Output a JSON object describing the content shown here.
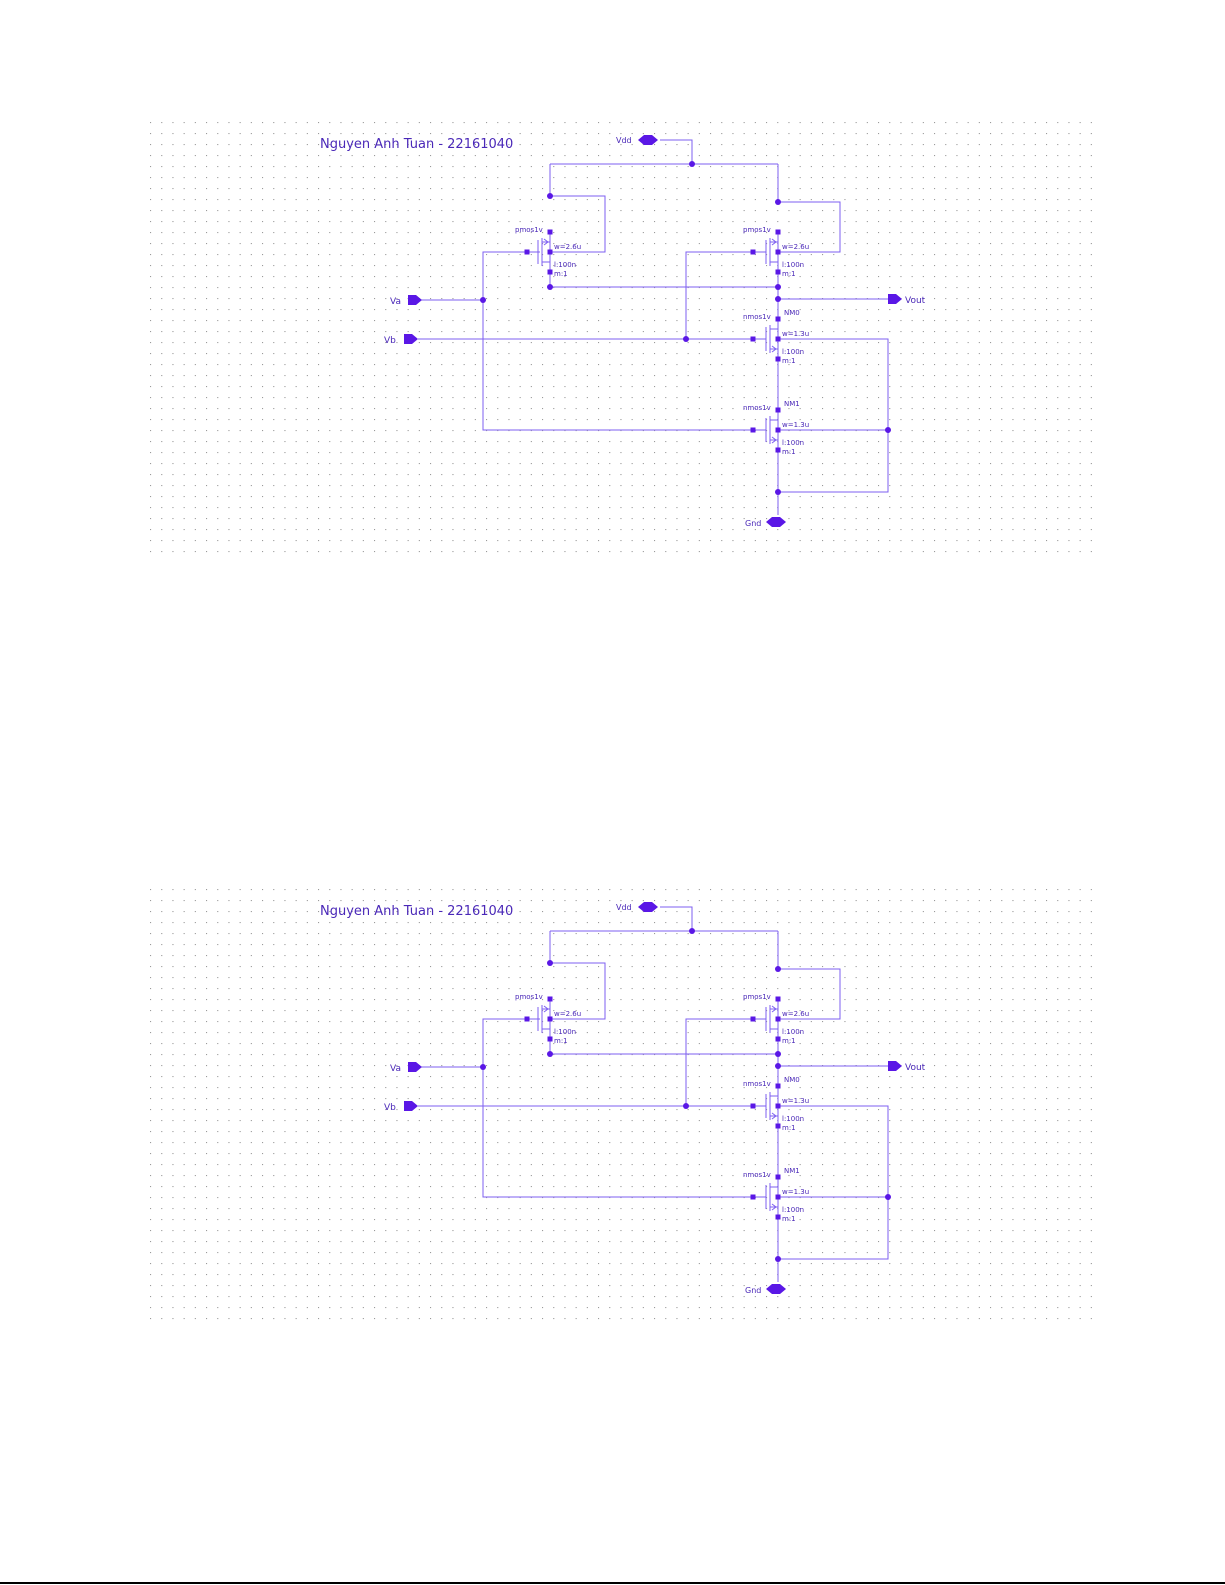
{
  "page": {
    "colors": {
      "wire": "#7d5ff0",
      "pin": "#5a17e6",
      "text": "#4a28b8",
      "grid": "#9a9a9a",
      "background": "#ffffff"
    }
  },
  "schematics": [
    {
      "title": "Nguyen Anh Tuan - 22161040",
      "pins": {
        "vdd": "Vdd",
        "va": "Va",
        "vb": "Vb",
        "vout": "Vout",
        "gnd": "Gnd"
      },
      "transistors": [
        {
          "model": "pmos1v",
          "width": "w=2.6u",
          "length": "l:100n",
          "mult": "m:1",
          "instance": ""
        },
        {
          "model": "pmos1v",
          "width": "w=2.6u",
          "length": "l:100n",
          "mult": "m:1",
          "instance": ""
        },
        {
          "model": "nmos1v",
          "width": "w=1.3u",
          "length": "l:100n",
          "mult": "m:1",
          "instance": "NM0"
        },
        {
          "model": "nmos1v",
          "width": "w=1.3u",
          "length": "l:100n",
          "mult": "m:1",
          "instance": "NM1"
        }
      ]
    },
    {
      "title": "Nguyen Anh Tuan - 22161040",
      "pins": {
        "vdd": "Vdd",
        "va": "Va",
        "vb": "Vb",
        "vout": "Vout",
        "gnd": "Gnd"
      },
      "transistors": [
        {
          "model": "pmos1v",
          "width": "w=2.6u",
          "length": "l:100n",
          "mult": "m:1",
          "instance": ""
        },
        {
          "model": "pmos1v",
          "width": "w=2.6u",
          "length": "l:100n",
          "mult": "m:1",
          "instance": ""
        },
        {
          "model": "nmos1v",
          "width": "w=1.3u",
          "length": "l:100n",
          "mult": "m:1",
          "instance": "NM0"
        },
        {
          "model": "nmos1v",
          "width": "w=1.3u",
          "length": "l:100n",
          "mult": "m:1",
          "instance": "NM1"
        }
      ]
    }
  ]
}
